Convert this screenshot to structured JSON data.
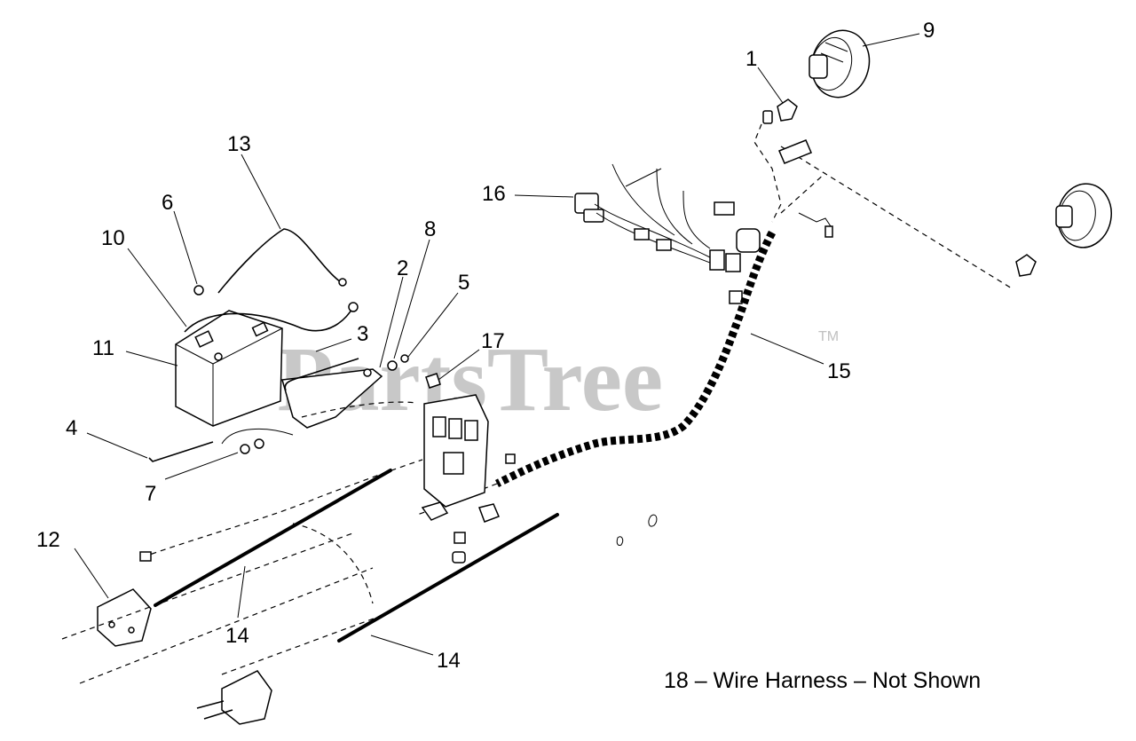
{
  "watermark": {
    "text": "PartsTree",
    "trademark": "TM"
  },
  "callouts": [
    {
      "id": "1",
      "label": "1"
    },
    {
      "id": "2",
      "label": "2"
    },
    {
      "id": "3",
      "label": "3"
    },
    {
      "id": "4",
      "label": "4"
    },
    {
      "id": "5",
      "label": "5"
    },
    {
      "id": "6",
      "label": "6"
    },
    {
      "id": "7",
      "label": "7"
    },
    {
      "id": "8",
      "label": "8"
    },
    {
      "id": "9",
      "label": "9"
    },
    {
      "id": "10",
      "label": "10"
    },
    {
      "id": "11",
      "label": "11"
    },
    {
      "id": "12",
      "label": "12"
    },
    {
      "id": "13",
      "label": "13"
    },
    {
      "id": "14a",
      "label": "14"
    },
    {
      "id": "14b",
      "label": "14"
    },
    {
      "id": "15",
      "label": "15"
    },
    {
      "id": "16",
      "label": "16"
    },
    {
      "id": "17",
      "label": "17"
    }
  ],
  "note": "18 – Wire Harness – Not Shown",
  "colors": {
    "lines": "#000000",
    "watermark": "#c8c8c8",
    "background": "#ffffff"
  }
}
